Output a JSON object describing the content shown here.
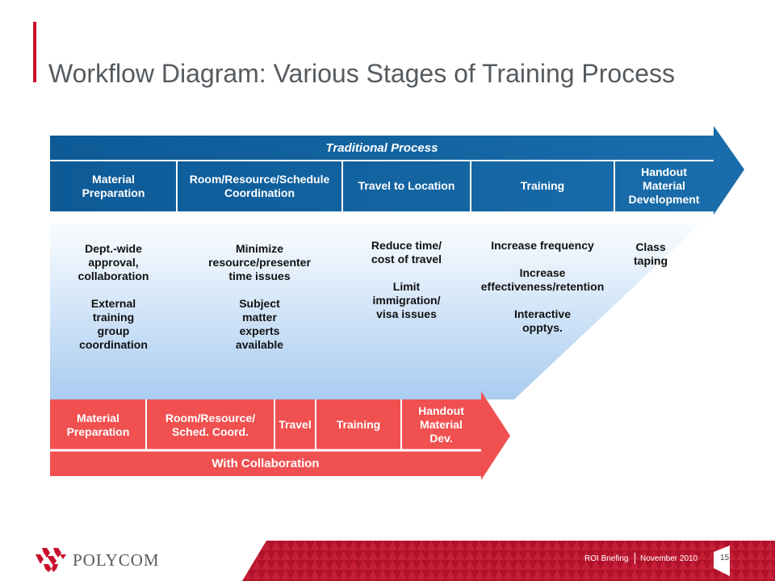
{
  "slide": {
    "title": "Workflow Diagram: Various Stages of Training Process",
    "colors": {
      "accent_red": "#c8102e",
      "traditional_blue": "#0f5a96",
      "collab_red": "#f05050"
    }
  },
  "traditional": {
    "header": "Traditional Process",
    "stages": [
      "Material\nPreparation",
      "Room/Resource/Schedule\nCoordination",
      "Travel to Location",
      "Training",
      "Handout\nMaterial\nDevelopment"
    ],
    "issues": [
      [
        "Dept.-wide\napproval,\ncollaboration",
        "External\ntraining\ngroup\ncoordination"
      ],
      [
        "Minimize\nresource/presenter\ntime issues",
        "Subject\nmatter\nexperts\navailable"
      ],
      [
        "Reduce time/\ncost of travel",
        "Limit\nimmigration/\nvisa issues"
      ],
      [
        "Increase frequency",
        "Increase\neffectiveness/retention",
        "Interactive\nopptys."
      ],
      [
        "Class\ntaping"
      ]
    ]
  },
  "collaboration": {
    "footer": "With Collaboration",
    "stages": [
      "Material\nPreparation",
      "Room/Resource/\nSched. Coord.",
      "Travel",
      "Training",
      "Handout\nMaterial\nDev."
    ]
  },
  "footer": {
    "brand": "POLYCOM",
    "briefing": "ROI Briefing",
    "date": "November 2010",
    "page": "15"
  }
}
